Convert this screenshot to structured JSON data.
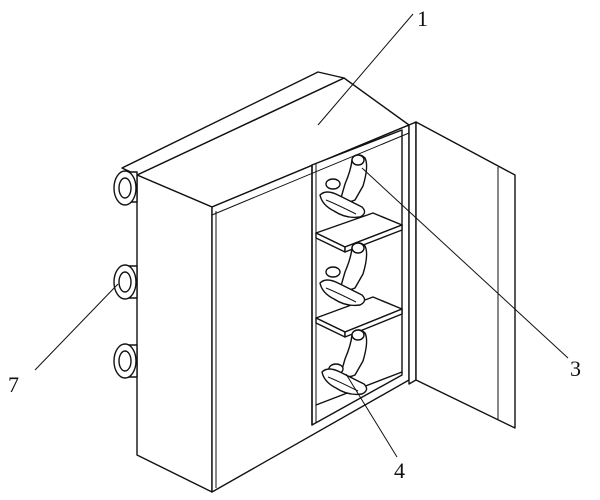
{
  "labels": {
    "l1": "1",
    "l3": "3",
    "l4": "4",
    "l7": "7"
  }
}
